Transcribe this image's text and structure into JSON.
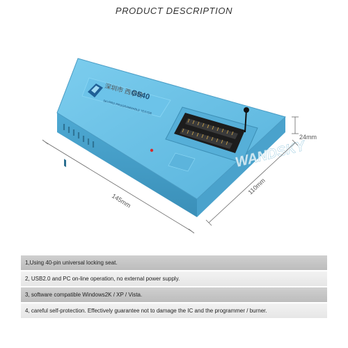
{
  "header": {
    "title": "PRODUCT DESCRIPTION"
  },
  "colors": {
    "device_body": "#5ab6de",
    "device_top": "#6ec6ea",
    "device_shadow": "#3f95bd",
    "socket": "#1c1c1c",
    "socket_gold": "#caa34a"
  },
  "device": {
    "model_label": "G540",
    "brand_text": "深圳市 西尔特",
    "subtitle_label": "SKYPRO PROGRAMMABLE TESTER",
    "watermark": "WANDSKY"
  },
  "dimensions": {
    "width": "145mm",
    "depth": "110mm",
    "height": "24mm"
  },
  "features": [
    "1,Using 40-pin universal locking seat.",
    "2, USB2.0 and PC on-line operation, no external power supply.",
    "3, software compatible Windows2K / XP / Vista.",
    "4, careful self-protection. Effectively guarantee not to damage the IC and the programmer / burner."
  ]
}
